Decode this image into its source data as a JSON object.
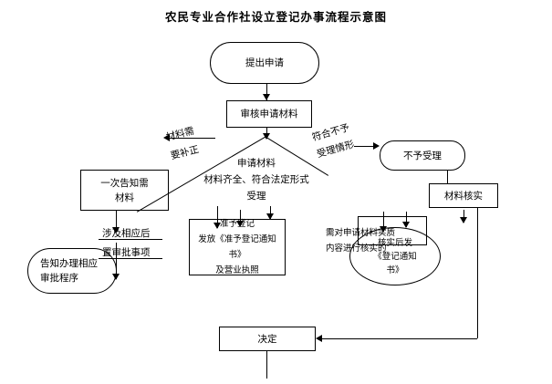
{
  "title": "农民专业合作社设立登记办事流程示意图",
  "nodes": {
    "start": "提出申请",
    "review": "审核申请材料",
    "branch_left": "材料需\n要补正",
    "branch_right": "符合不予\n受理情形",
    "reject": "不予受理",
    "accept_note": "申请材料\n材料齐全、符合法定形式\n受理",
    "inform": "一次告知需\n材料",
    "verify": "材料核实",
    "post_approval_note": "涉及相应后\n置审批事项",
    "inform_procedure": "告知办理相应\n审批程序",
    "grant": "准予登记\n发放《准予登记通知书》\n及营业执照",
    "verify_note": "需对申请材料实质\n内容进行核实的",
    "verify_result": "核实后发\n《登记通知\n书》",
    "decide": "决定"
  }
}
